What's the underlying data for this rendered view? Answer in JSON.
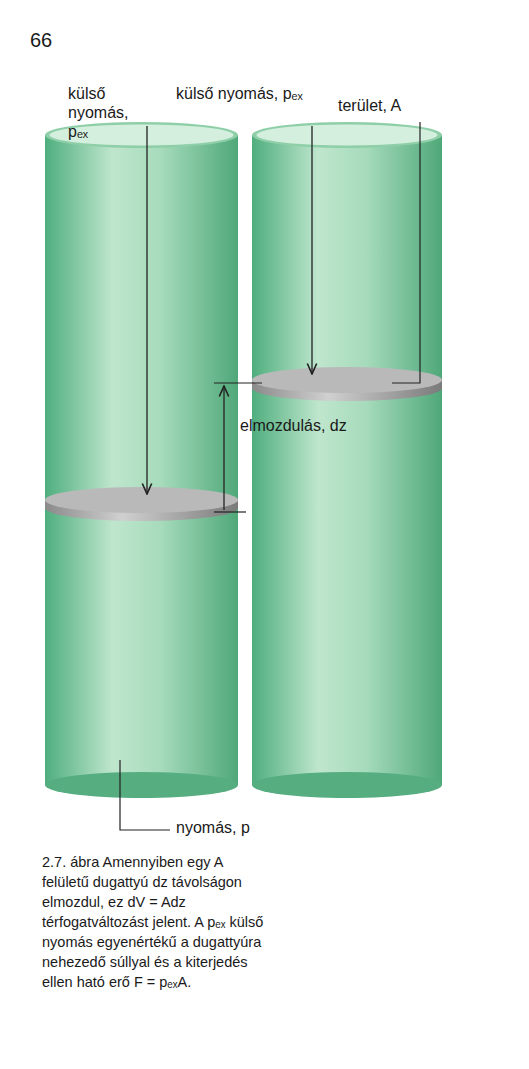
{
  "diagram": {
    "caption": "2.7. ábra Amennyiben egy A felületű dugattyú dz távolságon elmozdul, ez dV = Adz térfogatváltozást jelent. A pₑₓ külső nyomás egyenértékű a dugattyúra nehezedő súllyal és a kiterjedés ellen ható erő F = pₑₓA.",
    "labels": [
      "66",
      "külső nyomás, pₑₓ",
      "külső nyomás, pₑₓ",
      "terület, A",
      "elmozdulás, dz",
      "nyomás, p"
    ]
  }
}
